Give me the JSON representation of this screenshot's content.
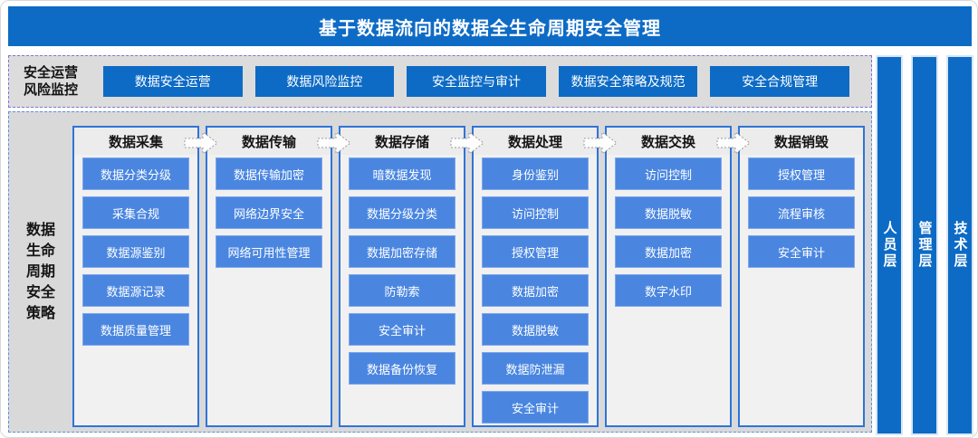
{
  "title": "基于数据流向的数据全生命周期安全管理",
  "ops": {
    "label_line1": "安全运营",
    "label_line2": "风险监控",
    "buttons": [
      "数据安全运营",
      "数据风险监控",
      "安全监控与审计",
      "数据安全策略及规范",
      "安全合规管理"
    ]
  },
  "lifecycle": {
    "label_lines": [
      "数据",
      "生命",
      "周期",
      "安全",
      "策略"
    ],
    "columns": [
      {
        "header": "数据采集",
        "items": [
          "数据分类分级",
          "采集合规",
          "数据源鉴别",
          "数据源记录",
          "数据质量管理"
        ]
      },
      {
        "header": "数据传输",
        "items": [
          "数据传输加密",
          "网络边界安全",
          "网络可用性管理"
        ]
      },
      {
        "header": "数据存储",
        "items": [
          "暗数据发现",
          "数据分级分类",
          "数据加密存储",
          "防勒索",
          "安全审计",
          "数据备份恢复"
        ]
      },
      {
        "header": "数据处理",
        "items": [
          "身份鉴别",
          "访问控制",
          "授权管理",
          "数据加密",
          "数据脱敏",
          "数据防泄漏",
          "安全审计"
        ]
      },
      {
        "header": "数据交换",
        "items": [
          "访问控制",
          "数据脱敏",
          "数据加密",
          "数字水印"
        ]
      },
      {
        "header": "数据销毁",
        "items": [
          "授权管理",
          "流程审核",
          "安全审计"
        ]
      }
    ]
  },
  "layers": [
    "人员层",
    "管理层",
    "技术层"
  ],
  "colors": {
    "primary_blue": "#0d6bc5",
    "item_blue": "#4a86e0",
    "column_border_blue": "#2f74d8",
    "ops_border_purple": "#8472d6",
    "main_border_blue": "#5b8fe0",
    "panel_gray": "#d9d9d9",
    "column_bg": "#f1f1f1"
  }
}
